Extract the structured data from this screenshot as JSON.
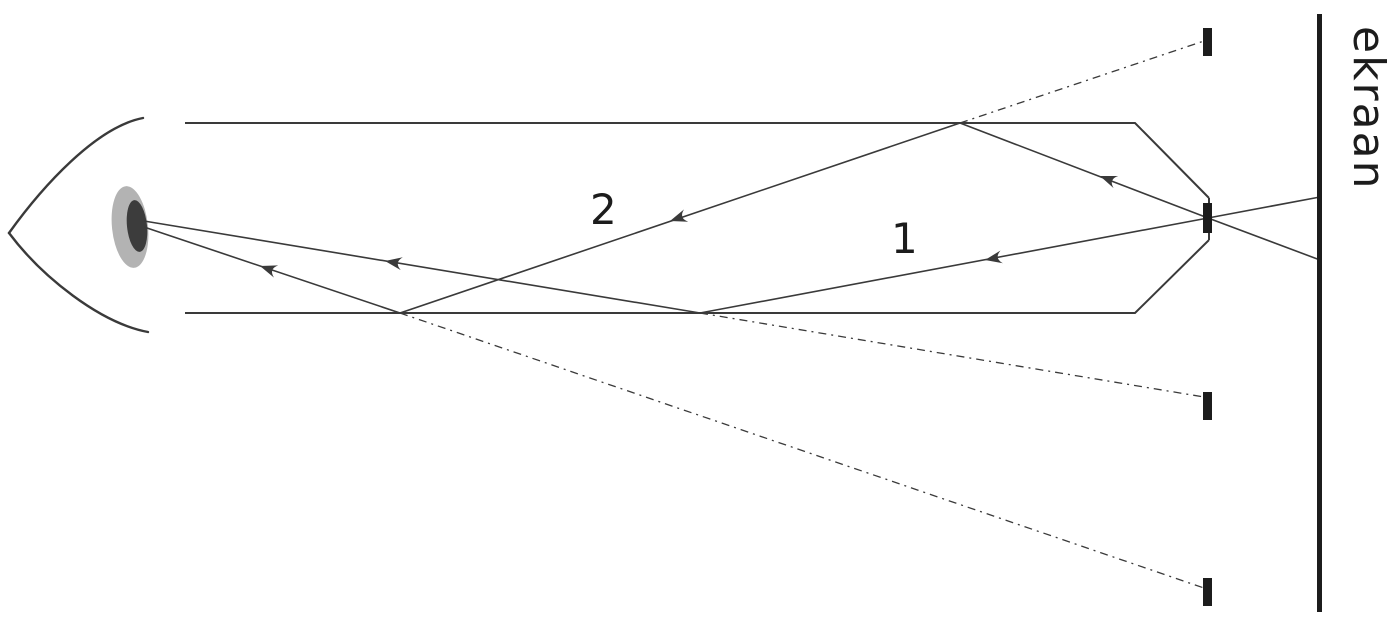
{
  "labels": {
    "ray1": "1",
    "ray2": "2",
    "screen": "ekraan"
  },
  "colors": {
    "line": "#3a3a3a",
    "mark": "#1c1c1c",
    "iris": "#b3b3b3",
    "pupil": "#3c3c3c",
    "background": "#ffffff"
  }
}
